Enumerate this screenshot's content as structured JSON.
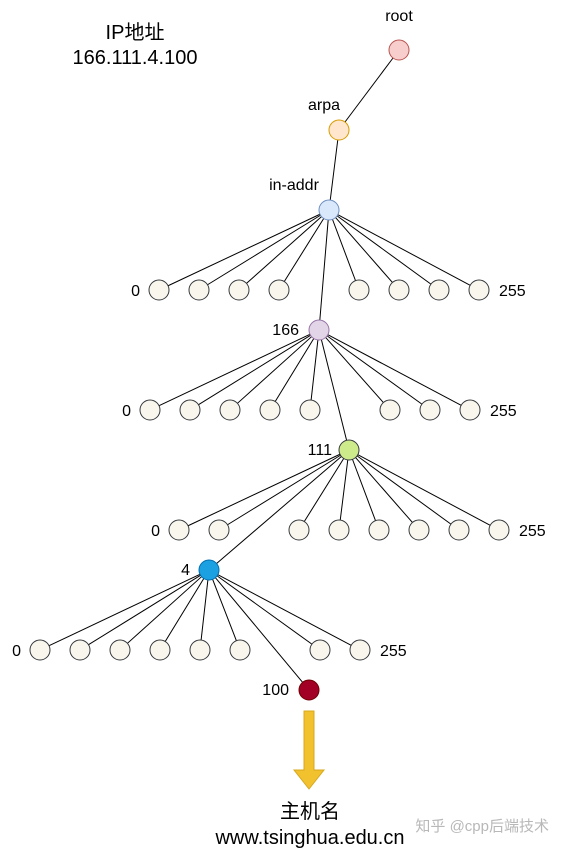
{
  "header": {
    "title": "IP地址",
    "ip": "166.111.4.100"
  },
  "tree": {
    "nodes": [
      {
        "id": "root",
        "label": "root",
        "fill": "#f8cecc",
        "stroke": "#b85450"
      },
      {
        "id": "arpa",
        "label": "arpa",
        "fill": "#ffe6cc",
        "stroke": "#d79b00"
      },
      {
        "id": "in-addr",
        "label": "in-addr",
        "fill": "#dae8fc",
        "stroke": "#6c8ebf"
      },
      {
        "id": "166",
        "label": "166",
        "fill": "#e1d5e7",
        "stroke": "#9673a6"
      },
      {
        "id": "111",
        "label": "111",
        "fill": "#cdeb8b",
        "stroke": "#36393d"
      },
      {
        "id": "4",
        "label": "4",
        "fill": "#1ba1e2",
        "stroke": "#006eaf"
      },
      {
        "id": "100",
        "label": "100",
        "fill": "#a20025",
        "stroke": "#6f0000"
      }
    ],
    "range_start": "0",
    "range_end": "255",
    "leaf_fill": "#f9f7ed",
    "leaf_stroke": "#36393d"
  },
  "result": {
    "label": "主机名",
    "hostname": "www.tsinghua.edu.cn",
    "arrow_fill": "#f2c12e",
    "arrow_stroke": "#d6a81c"
  },
  "watermark": "知乎 @cpp后端技术"
}
